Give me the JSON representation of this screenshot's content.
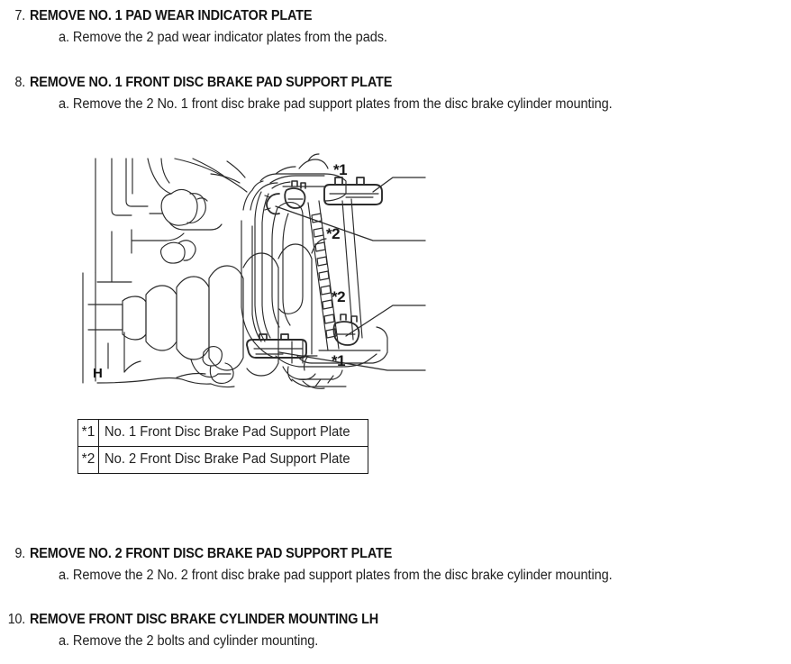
{
  "document": {
    "background_color": "#ffffff",
    "text_color": "#1b1b1b"
  },
  "steps": [
    {
      "number": "7.",
      "title": "REMOVE NO. 1 PAD WEAR INDICATOR PLATE",
      "substep": "a. Remove the 2 pad wear indicator plates from the pads."
    },
    {
      "number": "8.",
      "title": "REMOVE NO. 1 FRONT DISC BRAKE PAD SUPPORT PLATE",
      "substep": "a. Remove the 2 No. 1 front disc brake pad support plates from the disc brake cylinder mounting."
    },
    {
      "number": "9.",
      "title": "REMOVE NO. 2 FRONT DISC BRAKE PAD SUPPORT PLATE",
      "substep": "a. Remove the 2 No. 2 front disc brake pad support plates from the disc brake cylinder mounting."
    },
    {
      "number": "10.",
      "title": "REMOVE FRONT DISC BRAKE CYLINDER MOUNTING LH",
      "substep": "a. Remove the 2 bolts and cylinder mounting."
    }
  ],
  "figure": {
    "orientation_marker": "H",
    "line_color": "#2b2b2b",
    "callouts": [
      {
        "label": "*1",
        "position": "upper-right"
      },
      {
        "label": "*2",
        "position": "upper-middle-right"
      },
      {
        "label": "*2",
        "position": "lower-middle-right"
      },
      {
        "label": "*1",
        "position": "lower-right"
      }
    ]
  },
  "legend": {
    "rows": [
      {
        "key": "*1",
        "description": "No. 1 Front Disc Brake Pad Support Plate"
      },
      {
        "key": "*2",
        "description": "No. 2 Front Disc Brake Pad Support Plate"
      }
    ]
  }
}
